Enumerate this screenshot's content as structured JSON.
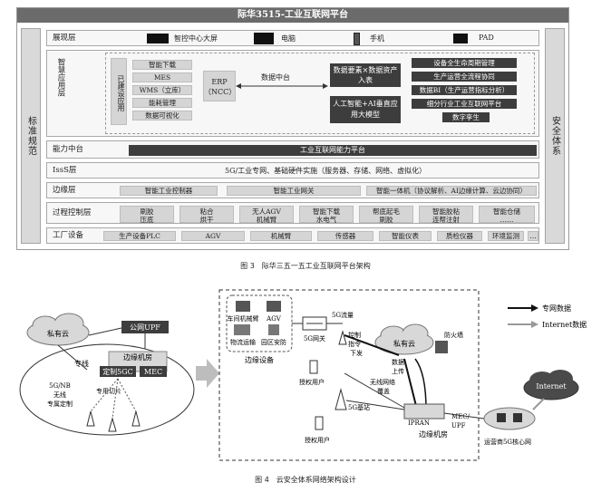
{
  "fig1": {
    "title": "际华3515-工业互联网平台",
    "left_side": "标准规范",
    "right_side": "安全体系",
    "display_layer": {
      "label": "展现层",
      "items": [
        "智控中心大屏",
        "电脑",
        "手机",
        "PAD"
      ]
    },
    "smart_layer": {
      "label": "智慧应用层",
      "built_label": "已建设应用",
      "built_items": [
        "智能下载",
        "MES",
        "WMS（立库）",
        "能耗管理",
        "数据可视化"
      ],
      "erp": "ERP（NCC）",
      "data_center": "数据中台",
      "data_box": "数据要素×数据资产入表",
      "ai_box": "人工智能+AI垂直应用大模型",
      "right_items": [
        "设备全生命周期管理",
        "生产运营全流程协同",
        "数据BI（生产运营指标分析）",
        "细分行业工业互联网平台",
        "数字孪生"
      ]
    },
    "capability_layer": {
      "label": "能力中台",
      "bar": "工业互联网能力平台"
    },
    "iaas_layer": {
      "label": "IssS层",
      "text": "5G/工业专网、基础硬件实施（服务器、存储、网络、虚拟化）"
    },
    "edge_layer": {
      "label": "边缘层",
      "items": [
        "智能工业控制器",
        "智能工业网关",
        "智能一体机（协议解析、AI边缘计算、云边协同）"
      ]
    },
    "process_layer": {
      "label": "过程控制层",
      "items": [
        [
          "刷胶",
          "压底"
        ],
        [
          "粘合",
          "烘干"
        ],
        [
          "无人AGV",
          "机械臂"
        ],
        [
          "智能下载",
          "水电气"
        ],
        [
          "帮底起毛",
          "刷胶"
        ],
        [
          "智能胶粘",
          "连帮注射"
        ],
        [
          "智能仓储",
          "……"
        ]
      ]
    },
    "factory_layer": {
      "label": "工厂设备",
      "items": [
        "生产设备PLC",
        "AGV",
        "机械臂",
        "传感器",
        "智能仪表",
        "质检仪器",
        "环境监测",
        "…"
      ]
    },
    "caption": "图 3　际华三五一五工业互联网平台架构"
  },
  "fig2": {
    "private_cloud_left": "私有云",
    "public_upf": "公网UPF",
    "edge_room": "边缘机房",
    "custom_5gc": "定制5GC",
    "mec": "MEC",
    "dedicated_line": "专线",
    "slice_text": [
      "5G/NB",
      "无线",
      "专属定制"
    ],
    "slice_label": "专用切片",
    "edge_devices": [
      "车间机械臂",
      "AGV",
      "物流运输",
      "园区安防"
    ],
    "edge_devices_label": "边缘设备",
    "gateway": "5G网关",
    "stream": "5G流量",
    "control": [
      "控制",
      "指令",
      "下发"
    ],
    "upload": [
      "数据",
      "上传"
    ],
    "private_cloud_right": "私有云",
    "firewall": "防火墙",
    "wireless": [
      "无线网络",
      "覆盖"
    ],
    "ipran": "IPRAN",
    "mec_upf": [
      "MEC/",
      "UPF"
    ],
    "edge_room2": "边缘机房",
    "auth_user1": "授权用户",
    "base_station": "5G基站",
    "auth_user2": "授权用户",
    "legend": [
      "专网数据",
      "Internet数据"
    ],
    "internet": "Internet",
    "core_net": "运营商5G核心网",
    "caption": "图 4　云安全体系网络架构设计"
  }
}
